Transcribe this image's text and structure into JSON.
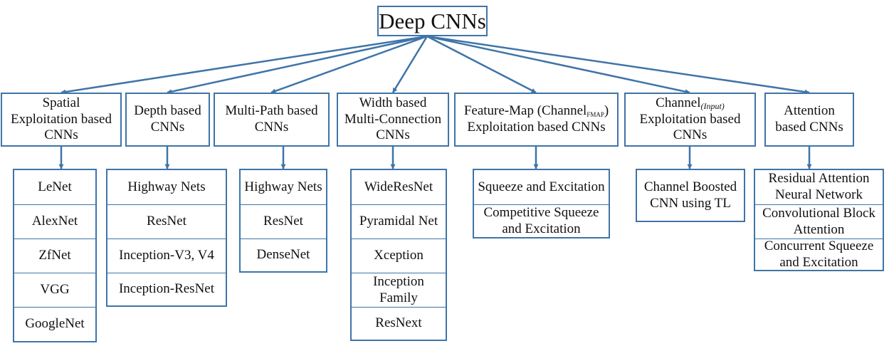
{
  "root": {
    "label": "Deep CNNs"
  },
  "categories": [
    {
      "key": "spatial",
      "title_lines": [
        "Spatial",
        "Exploitation based",
        "CNNs"
      ],
      "children": [
        "LeNet",
        "AlexNet",
        "ZfNet",
        "VGG",
        "GoogleNet"
      ]
    },
    {
      "key": "depth",
      "title_lines": [
        "Depth based",
        "CNNs"
      ],
      "children": [
        "Highway Nets",
        "ResNet",
        "Inception-V3, V4",
        "Inception-ResNet"
      ]
    },
    {
      "key": "multipath",
      "title_lines": [
        "Multi-Path based",
        "CNNs"
      ],
      "children": [
        "Highway Nets",
        "ResNet",
        "DenseNet"
      ]
    },
    {
      "key": "width",
      "title_lines": [
        "Width based",
        "Multi-Connection",
        "CNNs"
      ],
      "children": [
        "WideResNet",
        "Pyramidal Net",
        "Xception",
        "Inception Family",
        "ResNext"
      ]
    },
    {
      "key": "featuremap",
      "title_line1_pre": "Feature-Map (Channel",
      "title_line1_sub": "FMAP",
      "title_line1_post": ")",
      "title_line2": "Exploitation based CNNs",
      "children": [
        "Squeeze and Excitation",
        "Competitive Squeeze and Excitation"
      ]
    },
    {
      "key": "channel",
      "title_line1_pre": "Channel",
      "title_line1_sub": "(Input)",
      "title_line2": "Exploitation based",
      "title_line3": "CNNs",
      "children": [
        "Channel Boosted CNN using TL"
      ]
    },
    {
      "key": "attention",
      "title_lines": [
        "Attention",
        "based CNNs"
      ],
      "children": [
        "Residual Attention Neural Network",
        "Convolutional Block Attention",
        "Concurrent Squeeze and Excitation"
      ]
    }
  ],
  "colors": {
    "border": "#3f74a8",
    "arrow": "#3f74a8",
    "text": "#111111",
    "background": "#ffffff"
  }
}
